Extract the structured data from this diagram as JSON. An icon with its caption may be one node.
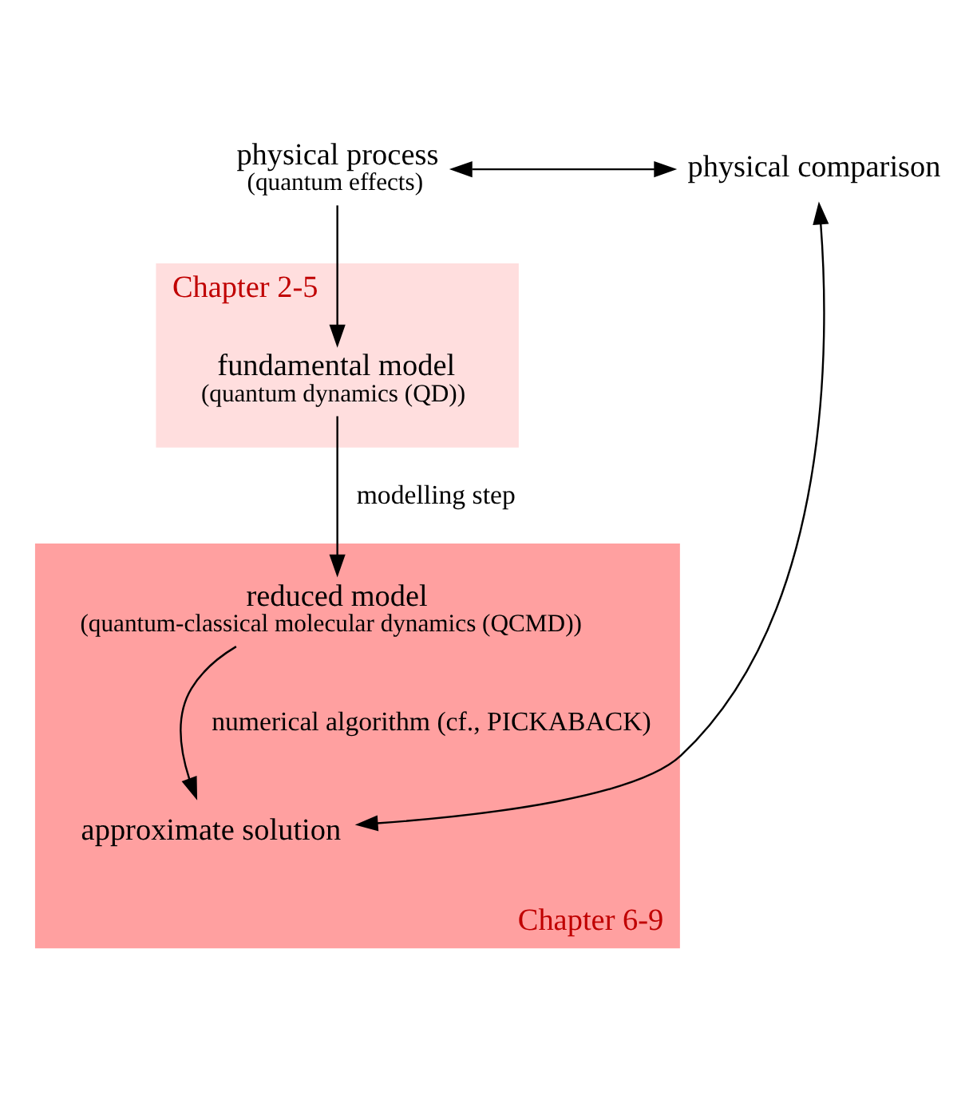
{
  "diagram": {
    "nodes": [
      {
        "text": [
          "physical process",
          "(quantum effects)"
        ]
      },
      {
        "text": [
          "Chapter 2-5"
        ]
      },
      {
        "text": [
          "fundamental model",
          "(quantum dynamics (QD))"
        ],
        "in": 1
      },
      {
        "text": [
          "Chapter 6-9"
        ]
      },
      {
        "text": [
          "reduced model",
          "(quantum-classical molecular dynamics (QCMD))"
        ],
        "in": 3
      },
      {
        "text": [
          "approximate solution"
        ],
        "in": 3
      },
      {
        "text": [
          "physical comparison"
        ]
      }
    ],
    "edges": [
      {
        "from": 0,
        "to": 2,
        "arrow": "to"
      },
      {
        "from": 2,
        "to": 4,
        "arrow": "to",
        "label": "modelling step"
      },
      {
        "from": 4,
        "to": 5,
        "arrow": "to",
        "label": "numerical algorithm (cf., PICKABACK)"
      },
      {
        "from": 0,
        "to": 6,
        "arrow": "both"
      },
      {
        "from": 5,
        "to": 6,
        "arrow": "both"
      }
    ]
  }
}
